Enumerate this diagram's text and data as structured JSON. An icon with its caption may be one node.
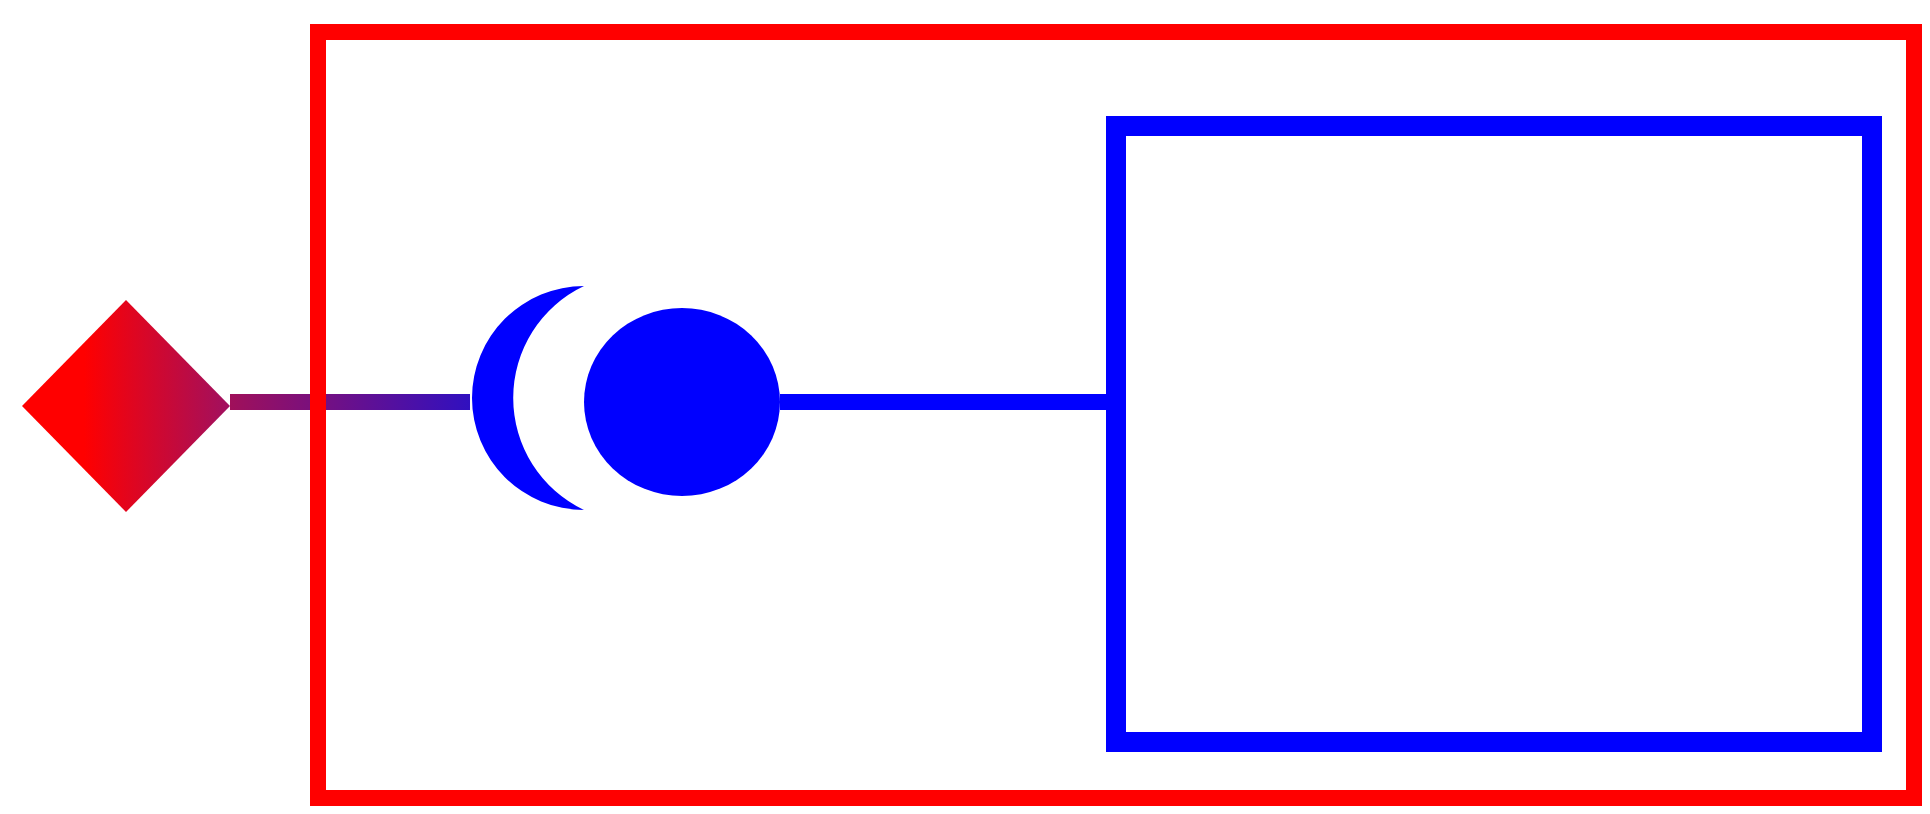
{
  "diagram": {
    "nodes": [
      {
        "text": [],
        "shape": "box"
      },
      {
        "text": [],
        "shape": "diamond"
      },
      {
        "text": [],
        "shape": "socket",
        "in": 0
      },
      {
        "text": [],
        "shape": "circle",
        "in": 0
      },
      {
        "text": [],
        "shape": "box",
        "in": 0
      }
    ],
    "edges": [
      {
        "from": 1,
        "to": 2,
        "arrow": "none"
      },
      {
        "from": 3,
        "to": 4,
        "arrow": "none"
      }
    ]
  }
}
